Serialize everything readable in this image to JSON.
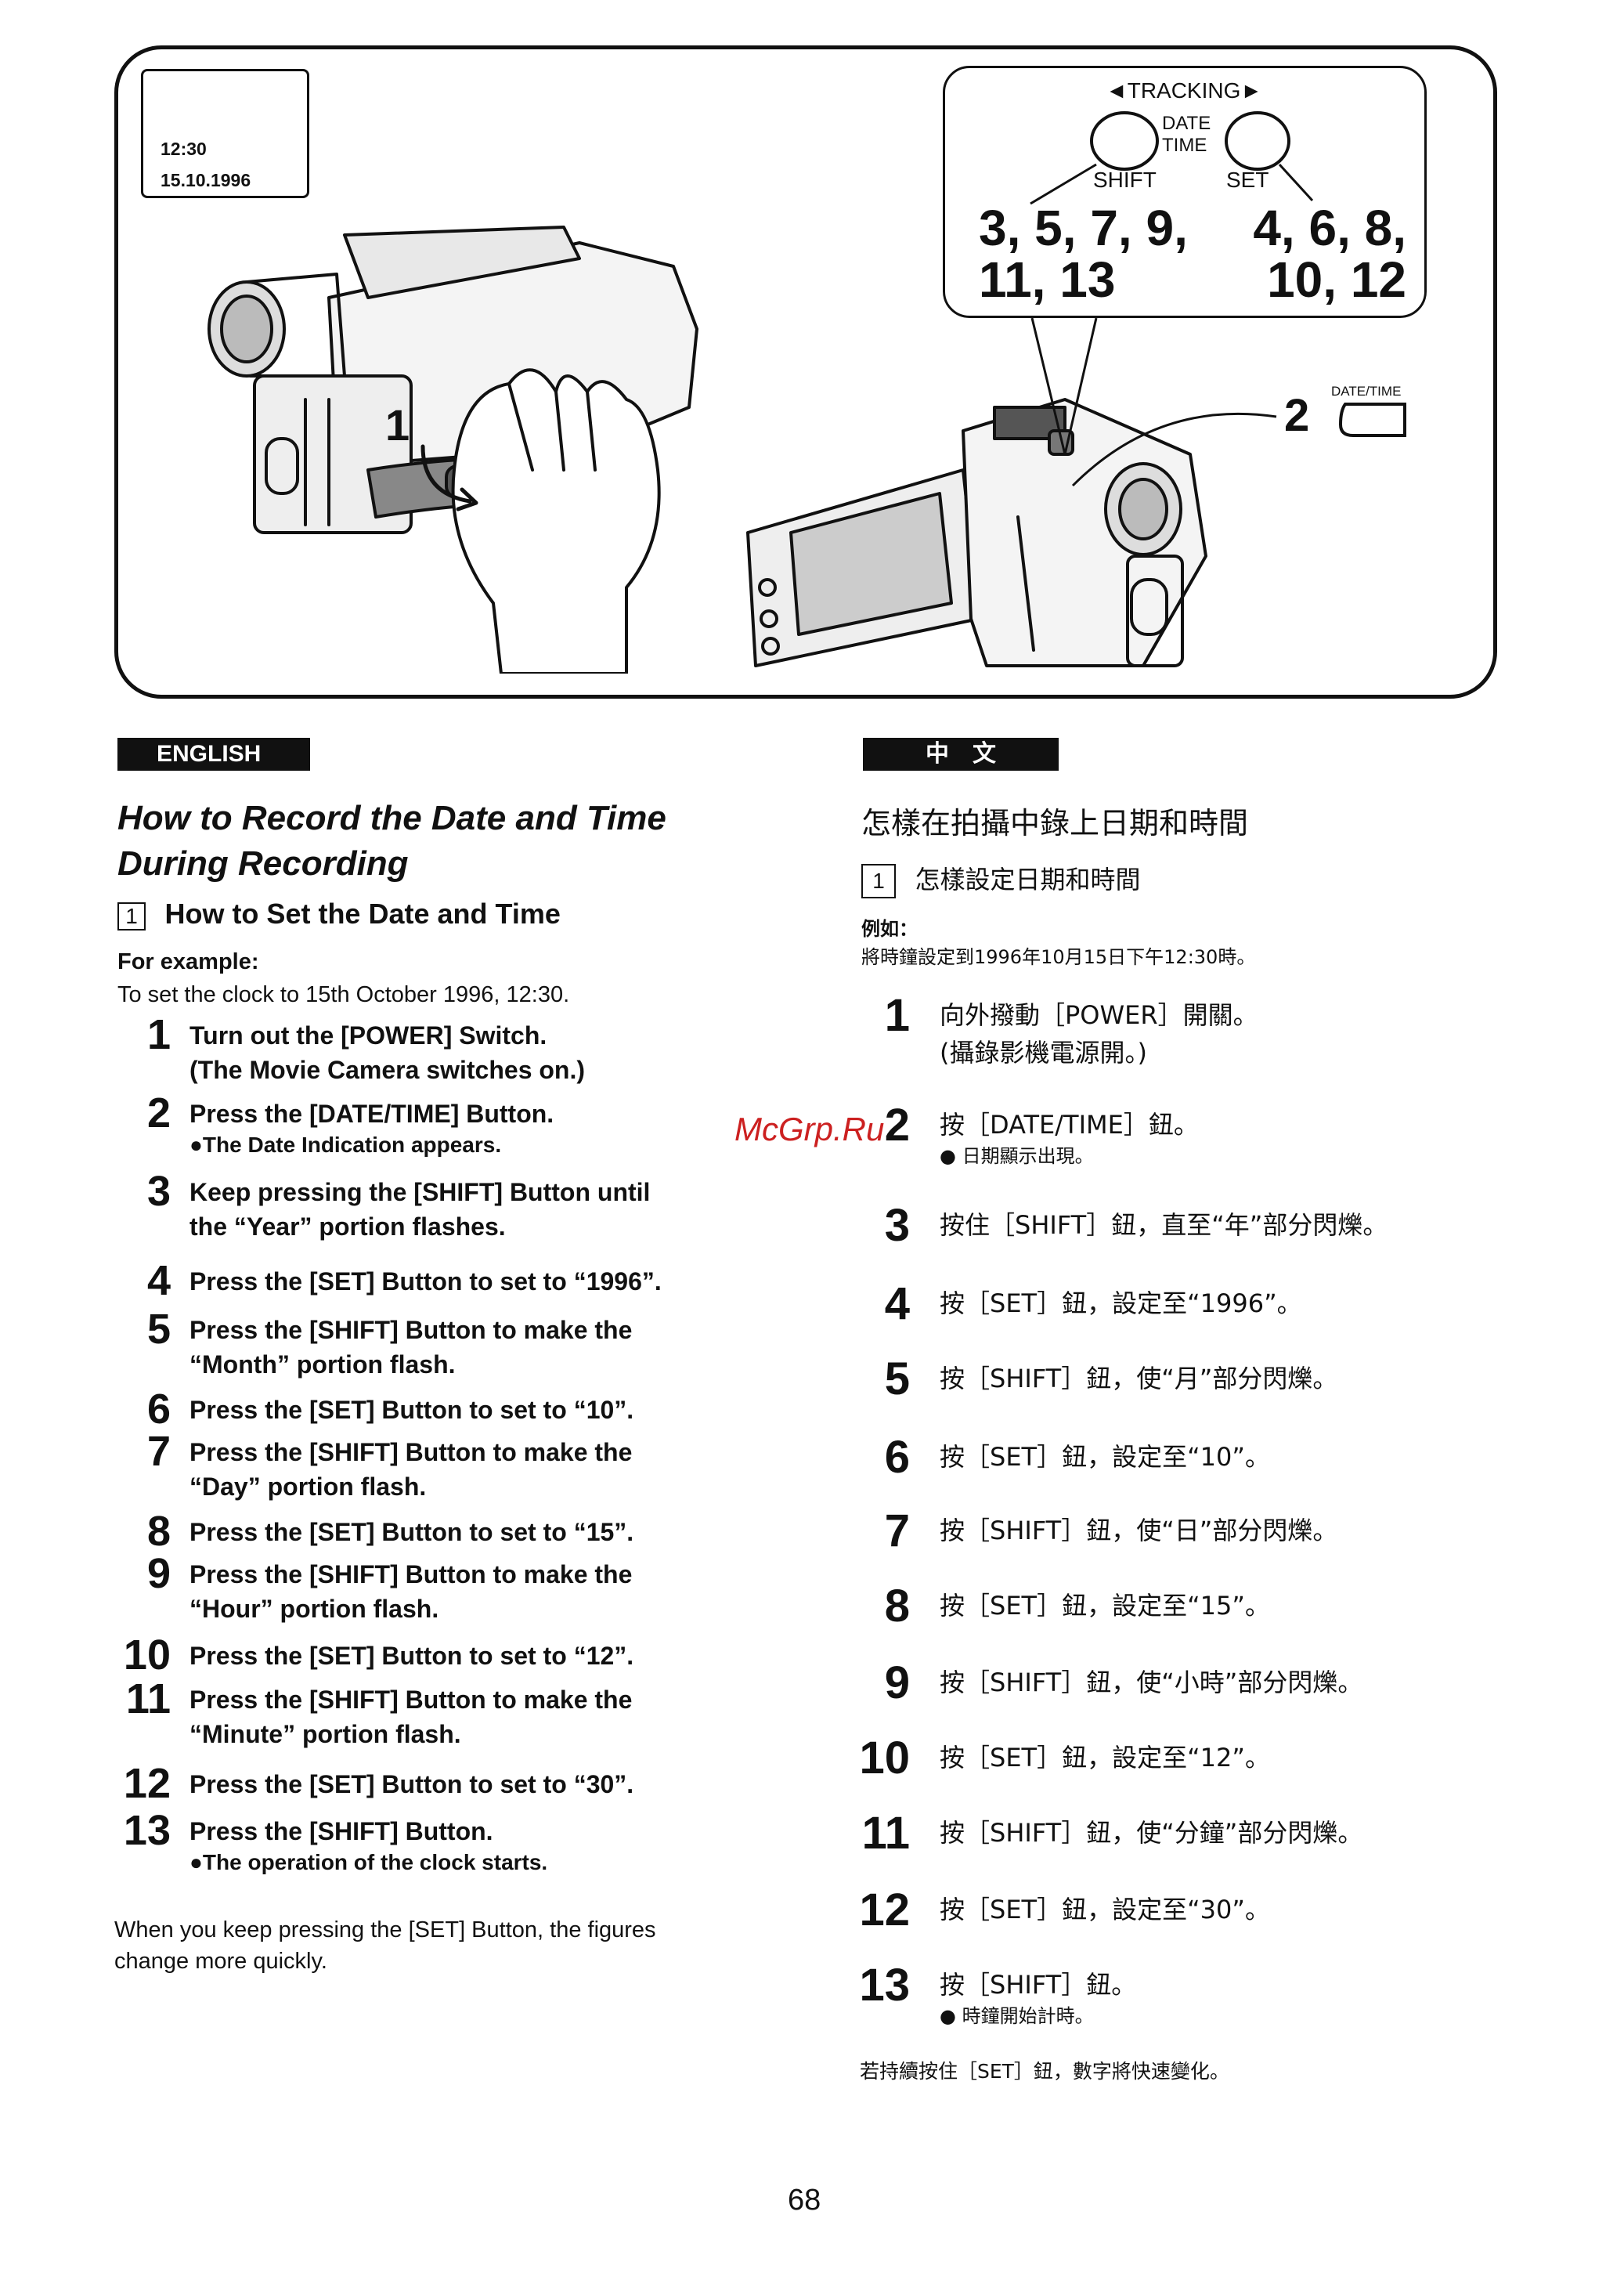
{
  "figure": {
    "display": {
      "time": "12:30",
      "date": "15.10.1996"
    },
    "tracking_label": "◄TRACKING►",
    "date_time_label_line1": "DATE",
    "date_time_label_line2": "TIME",
    "shift_label": "SHIFT",
    "set_label": "SET",
    "shift_steps_line1": "3, 5, 7, 9,",
    "shift_steps_line2": "11, 13",
    "set_steps_line1": "4, 6, 8,",
    "set_steps_line2": "10, 12",
    "step_callout_1": "1",
    "step_callout_2": "2",
    "date_time_button_label": "DATE/TIME"
  },
  "english": {
    "lang_label": "ENGLISH",
    "title_line1": "How to Record the Date and Time",
    "title_line2": "During Recording",
    "section_number": "1",
    "section_title": "How to Set the Date and Time",
    "example_label": "For example:",
    "example_text": "To set the clock to 15th October 1996, 12:30.",
    "steps": [
      {
        "num": "1",
        "lines": [
          "Turn out the [POWER] Switch.",
          "(The Movie Camera switches on.)"
        ]
      },
      {
        "num": "2",
        "lines": [
          "Press the [DATE/TIME] Button."
        ],
        "note": "●The Date Indication appears."
      },
      {
        "num": "3",
        "lines": [
          "Keep pressing the [SHIFT] Button until",
          "the “Year” portion flashes."
        ]
      },
      {
        "num": "4",
        "lines": [
          "Press the [SET] Button to set to “1996”."
        ]
      },
      {
        "num": "5",
        "lines": [
          "Press the [SHIFT] Button to make the",
          "“Month” portion flash."
        ]
      },
      {
        "num": "6",
        "lines": [
          "Press the [SET] Button to set to “10”."
        ]
      },
      {
        "num": "7",
        "lines": [
          "Press the [SHIFT] Button to make the",
          "“Day” portion flash."
        ]
      },
      {
        "num": "8",
        "lines": [
          "Press the [SET] Button to set to “15”."
        ]
      },
      {
        "num": "9",
        "lines": [
          "Press the [SHIFT] Button to make the",
          "“Hour” portion flash."
        ]
      },
      {
        "num": "10",
        "lines": [
          "Press the [SET] Button to set to “12”."
        ]
      },
      {
        "num": "11",
        "lines": [
          "Press the [SHIFT] Button to make the",
          "“Minute” portion flash."
        ]
      },
      {
        "num": "12",
        "lines": [
          "Press the [SET] Button to set to “30”."
        ]
      },
      {
        "num": "13",
        "lines": [
          "Press the [SHIFT] Button."
        ],
        "note": "●The operation of the clock starts."
      }
    ],
    "closing_line1": "When you keep pressing the [SET] Button, the figures",
    "closing_line2": "change more quickly."
  },
  "chinese": {
    "lang_label": "中　文",
    "title": "怎樣在拍攝中錄上日期和時間",
    "section_number": "1",
    "section_title": "怎樣設定日期和時間",
    "example_label": "例如：",
    "example_text": "將時鐘設定到1996年10月15日下午12:30時。",
    "steps": [
      {
        "num": "1",
        "lines": [
          "向外撥動［POWER］開關。",
          "(攝錄影機電源開。)"
        ]
      },
      {
        "num": "2",
        "lines": [
          "按［DATE/TIME］鈕。"
        ],
        "note": "● 日期顯示出現。"
      },
      {
        "num": "3",
        "lines": [
          "按住［SHIFT］鈕，直至“年”部分閃爍。"
        ]
      },
      {
        "num": "4",
        "lines": [
          "按［SET］鈕，設定至“1996”。"
        ]
      },
      {
        "num": "5",
        "lines": [
          "按［SHIFT］鈕，使“月”部分閃爍。"
        ]
      },
      {
        "num": "6",
        "lines": [
          "按［SET］鈕，設定至“10”。"
        ]
      },
      {
        "num": "7",
        "lines": [
          "按［SHIFT］鈕，使“日”部分閃爍。"
        ]
      },
      {
        "num": "8",
        "lines": [
          "按［SET］鈕，設定至“15”。"
        ]
      },
      {
        "num": "9",
        "lines": [
          "按［SHIFT］鈕，使“小時”部分閃爍。"
        ]
      },
      {
        "num": "10",
        "lines": [
          "按［SET］鈕，設定至“12”。"
        ]
      },
      {
        "num": "11",
        "lines": [
          "按［SHIFT］鈕，使“分鐘”部分閃爍。"
        ]
      },
      {
        "num": "12",
        "lines": [
          "按［SET］鈕，設定至“30”。"
        ]
      },
      {
        "num": "13",
        "lines": [
          "按［SHIFT］鈕。"
        ],
        "note": "● 時鐘開始計時。"
      }
    ],
    "closing": "若持續按住［SET］鈕，數字將快速變化。"
  },
  "watermark": "McGrp.Ru",
  "page_number": "68"
}
